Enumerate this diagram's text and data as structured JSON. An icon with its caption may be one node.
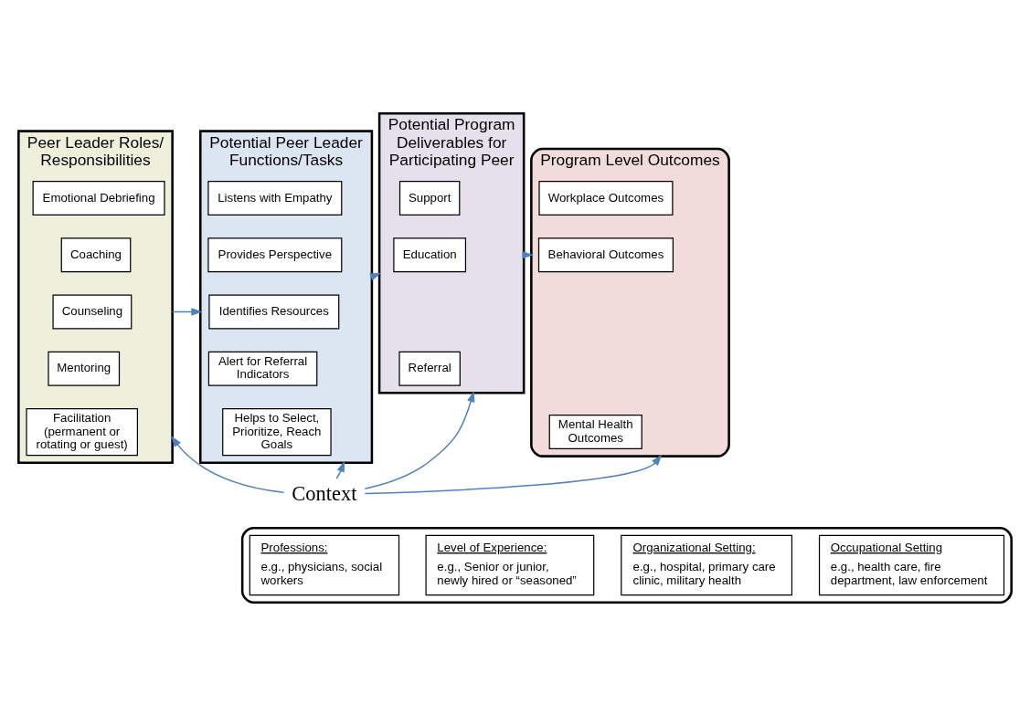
{
  "diagram": {
    "nodes": [
      {
        "text": [
          "Peer Leader Roles/ Responsibilities"
        ]
      },
      {
        "text": [
          "Emotional Debriefing"
        ],
        "in": 0
      },
      {
        "text": [
          "Coaching"
        ],
        "in": 0
      },
      {
        "text": [
          "Counseling"
        ],
        "in": 0
      },
      {
        "text": [
          "Mentoring"
        ],
        "in": 0
      },
      {
        "text": [
          "Facilitation (permanent or rotating or guest)"
        ],
        "in": 0
      },
      {
        "text": [
          "Potential Peer Leader Functions/Tasks"
        ]
      },
      {
        "text": [
          "Listens with Empathy"
        ],
        "in": 6
      },
      {
        "text": [
          "Provides Perspective"
        ],
        "in": 6
      },
      {
        "text": [
          "Identifies Resources"
        ],
        "in": 6
      },
      {
        "text": [
          "Alert for Referral Indicators"
        ],
        "in": 6
      },
      {
        "text": [
          "Helps to Select, Prioritize, Reach Goals"
        ],
        "in": 6
      },
      {
        "text": [
          "Potential Program Deliverables for Participating Peer"
        ]
      },
      {
        "text": [
          "Support"
        ],
        "in": 12
      },
      {
        "text": [
          "Education"
        ],
        "in": 12
      },
      {
        "text": [
          "Referral"
        ],
        "in": 12
      },
      {
        "text": [
          "Program Level Outcomes"
        ]
      },
      {
        "text": [
          "Workplace Outcomes"
        ],
        "in": 16
      },
      {
        "text": [
          "Behavioral Outcomes"
        ],
        "in": 16
      },
      {
        "text": [
          "Mental Health Outcomes"
        ],
        "in": 16
      },
      {
        "text": [
          "Context"
        ]
      },
      {
        "text": [],
        "shape": "box"
      },
      {
        "text": [
          "Professions:",
          "e.g., physicians, social workers"
        ],
        "in": 21
      },
      {
        "text": [
          "Level of Experience:",
          "e.g., Senior or junior, newly hired or “seasoned”"
        ],
        "in": 21
      },
      {
        "text": [
          "Organizational Setting:",
          "e.g., hospital, primary care clinic, military health"
        ],
        "in": 21
      },
      {
        "text": [
          "Occupational Setting",
          "e.g., health care, fire department, law enforcement"
        ],
        "in": 21
      }
    ],
    "edges": [
      {
        "from": 0,
        "to": 6,
        "arrow": "to"
      },
      {
        "from": 6,
        "to": 12,
        "arrow": "to"
      },
      {
        "from": 12,
        "to": 16,
        "arrow": "to"
      },
      {
        "from": 20,
        "to": 0,
        "arrow": "to"
      },
      {
        "from": 20,
        "to": 6,
        "arrow": "to"
      },
      {
        "from": 20,
        "to": 12,
        "arrow": "to"
      },
      {
        "from": 20,
        "to": 16,
        "arrow": "to"
      }
    ]
  }
}
